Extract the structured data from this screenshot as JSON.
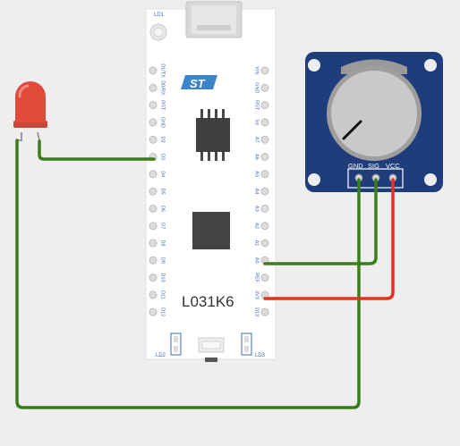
{
  "board": {
    "name": "L031K6",
    "brand_logo": "ST",
    "led_labels": {
      "ld1": "LD1",
      "ld2": "LD2",
      "ld3": "LD3"
    },
    "left_pins": [
      "D1/TX",
      "D0/RX",
      "RST",
      "GND",
      "D2",
      "D3",
      "D4",
      "D5",
      "D6",
      "D7",
      "D8",
      "D9",
      "D10",
      "D11",
      "D12"
    ],
    "right_pins": [
      "VIN",
      "GND",
      "RST",
      "5V",
      "A7",
      "A6",
      "A5",
      "A4",
      "A3",
      "A2",
      "A1",
      "A0",
      "REF",
      "3V3",
      "D13"
    ]
  },
  "potentiometer": {
    "pin_labels": [
      "GND",
      "SIG",
      "VCC"
    ]
  },
  "led": {
    "color": "#e04a3a"
  },
  "wire_colors": {
    "signal": "#3a7d1b",
    "power": "#e0341e"
  },
  "colors": {
    "board": "#ffffff",
    "pot_module": "#1f3d7a",
    "chip": "#3f3f3f",
    "background": "#eeeeee"
  }
}
